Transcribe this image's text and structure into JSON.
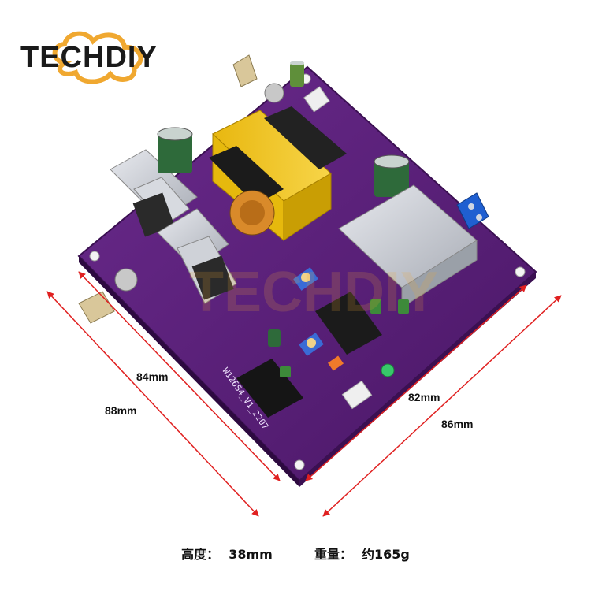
{
  "brand": {
    "name": "TECHDIY"
  },
  "board": {
    "model_marking": "W126S4_V1_2207",
    "watermark": "TECHDIY"
  },
  "dimensions": {
    "inner_left": "84mm",
    "outer_left": "88mm",
    "inner_right": "82mm",
    "outer_right": "86mm"
  },
  "footer": {
    "height_label": "高度：",
    "height_value": "38mm",
    "weight_label": "重量：",
    "weight_value": "约165g"
  },
  "colors": {
    "pcb": "#5b1f7a",
    "arrow": "#e02020",
    "brand_cloud": "#f0a830",
    "heatsink": "#c9ccd2",
    "transformer": "#f0c419"
  }
}
